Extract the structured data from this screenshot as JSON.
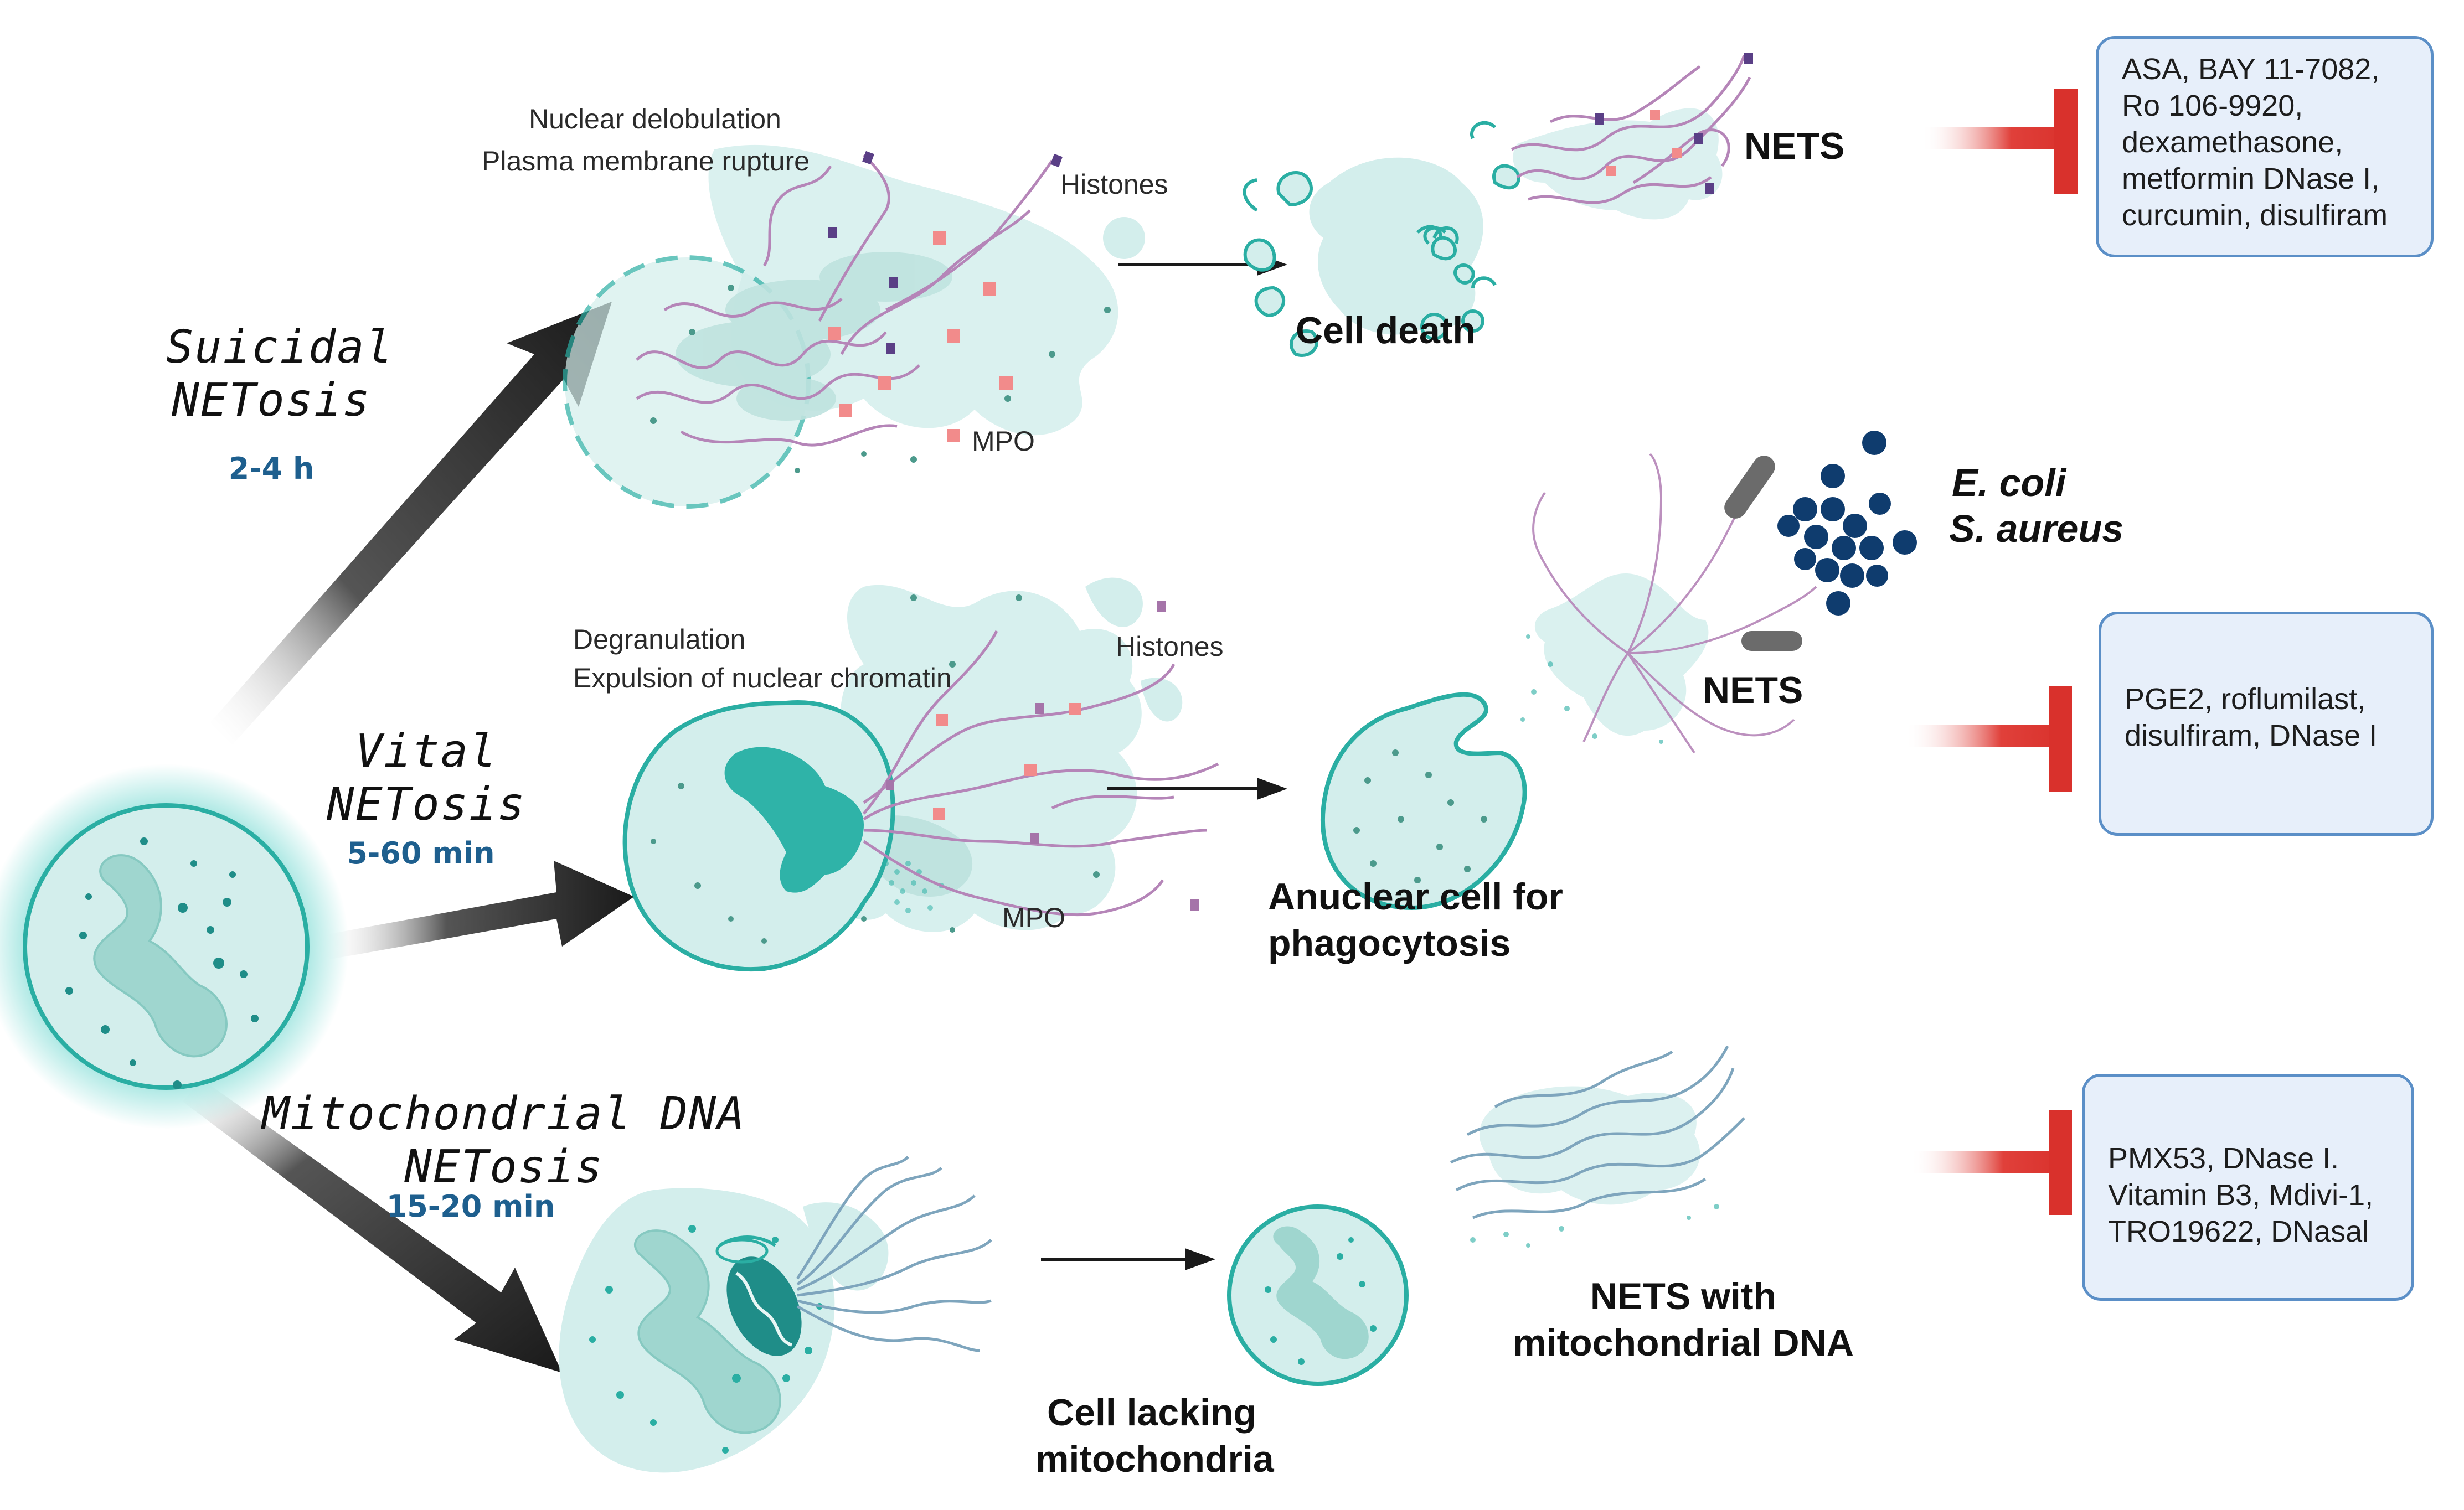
{
  "pathways": {
    "suicidal": {
      "name_line1": "Suicidal",
      "name_line2": "NETosis",
      "time": "2-4 h",
      "step1": "Nuclear delobulation",
      "step2": "Plasma membrane rupture",
      "histones": "Histones",
      "mpo": "MPO",
      "outcome": "Cell death",
      "nets": "NETS",
      "inhibitors": "ASA, BAY 11-7082,\nRo 106-9920,\ndexamethasone,\nmetformin DNase I,\ncurcumin, disulfiram"
    },
    "vital": {
      "name_line1": "Vital",
      "name_line2": "NETosis",
      "time": "5-60 min",
      "step1": "Degranulation",
      "step2": "Expulsion of nuclear chromatin",
      "histones": "Histones",
      "mpo": "MPO",
      "outcome_line1": "Anuclear cell for",
      "outcome_line2": "phagocytosis",
      "nets": "NETS",
      "bacteria1": "E. coli",
      "bacteria2": "S. aureus",
      "inhibitors": "PGE2, roflumilast,\ndisulfiram, DNase I"
    },
    "mitochondrial": {
      "name_line1": "Mitochondrial DNA",
      "name_line2": "NETosis",
      "time": "15-20 min",
      "outcome_line1": "Cell lacking",
      "outcome_line2": "mitochondria",
      "nets_line1": "NETS with",
      "nets_line2": "mitochondrial DNA",
      "inhibitors": "PMX53, DNase I.\nVitamin B3, Mdivi-1,\nTRO19622, DNasal"
    }
  },
  "colors": {
    "cell_fill": "#d3eeec",
    "cell_stroke": "#2aaea3",
    "nucleus": "#2fb3a8",
    "dna": "#b585b8",
    "mpo": "#f28b8b",
    "inhibitor_bar": "#d9312c",
    "box_border": "#5b8fc7",
    "box_fill": "#e7effa",
    "bacteria": "#0f3c6e",
    "time_text": "#1e5f8e"
  }
}
